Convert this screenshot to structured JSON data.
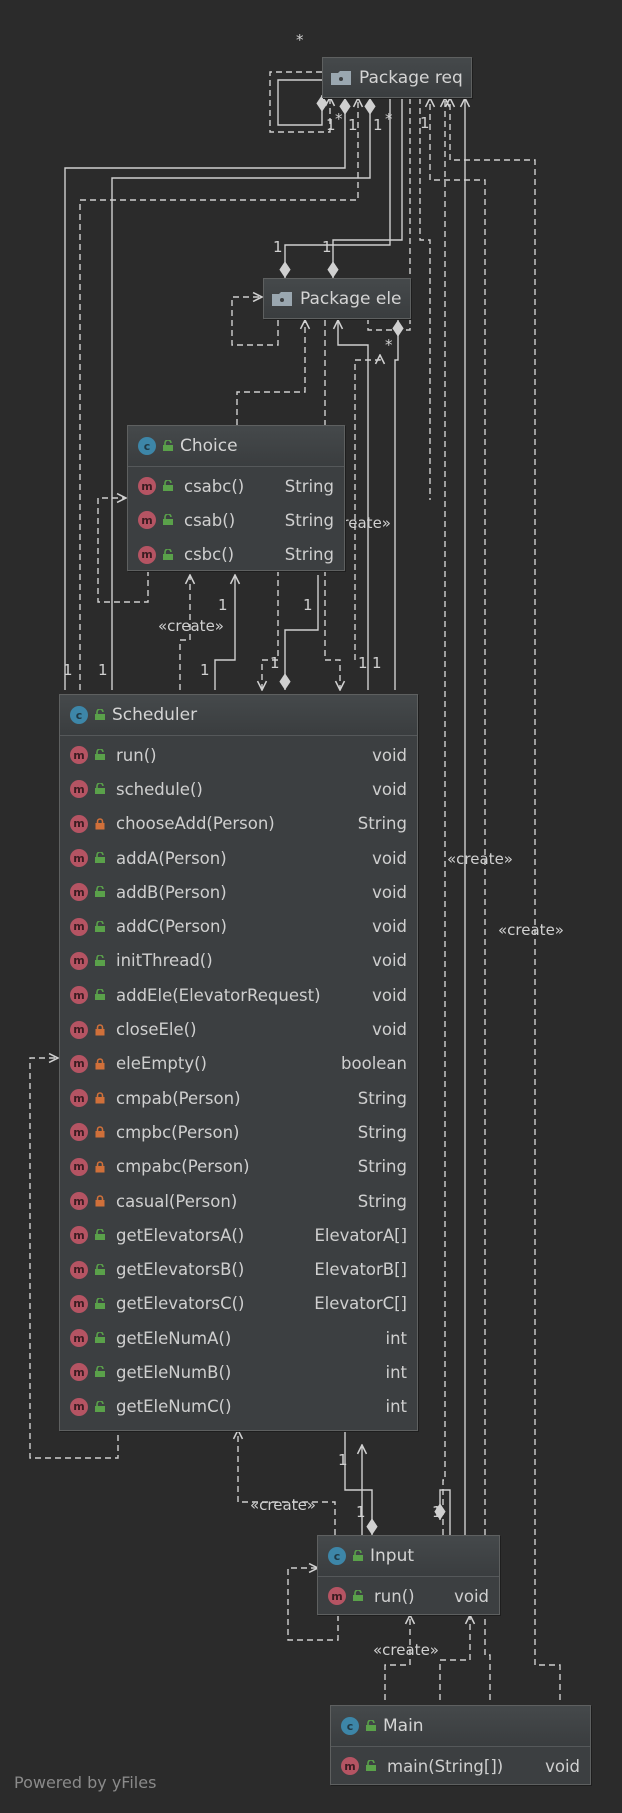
{
  "nodes": {
    "package_req": {
      "title": "Package req",
      "kind": "package"
    },
    "package_ele": {
      "title": "Package ele",
      "kind": "package"
    },
    "choice": {
      "title": "Choice",
      "kind": "class",
      "methods": [
        {
          "name": "csabc()",
          "type": "String",
          "visibility": "public"
        },
        {
          "name": "csab()",
          "type": "String",
          "visibility": "public"
        },
        {
          "name": "csbc()",
          "type": "String",
          "visibility": "public"
        }
      ]
    },
    "scheduler": {
      "title": "Scheduler",
      "kind": "class",
      "methods": [
        {
          "name": "run()",
          "type": "void",
          "visibility": "public"
        },
        {
          "name": "schedule()",
          "type": "void",
          "visibility": "public"
        },
        {
          "name": "chooseAdd(Person)",
          "type": "String",
          "visibility": "private"
        },
        {
          "name": "addA(Person)",
          "type": "void",
          "visibility": "public"
        },
        {
          "name": "addB(Person)",
          "type": "void",
          "visibility": "public"
        },
        {
          "name": "addC(Person)",
          "type": "void",
          "visibility": "public"
        },
        {
          "name": "initThread()",
          "type": "void",
          "visibility": "public"
        },
        {
          "name": "addEle(ElevatorRequest)",
          "type": "void",
          "visibility": "public"
        },
        {
          "name": "closeEle()",
          "type": "void",
          "visibility": "private"
        },
        {
          "name": "eleEmpty()",
          "type": "boolean",
          "visibility": "private"
        },
        {
          "name": "cmpab(Person)",
          "type": "String",
          "visibility": "private"
        },
        {
          "name": "cmpbc(Person)",
          "type": "String",
          "visibility": "private"
        },
        {
          "name": "cmpabc(Person)",
          "type": "String",
          "visibility": "private"
        },
        {
          "name": "casual(Person)",
          "type": "String",
          "visibility": "private"
        },
        {
          "name": "getElevatorsA()",
          "type": "ElevatorA[]",
          "visibility": "public"
        },
        {
          "name": "getElevatorsB()",
          "type": "ElevatorB[]",
          "visibility": "public"
        },
        {
          "name": "getElevatorsC()",
          "type": "ElevatorC[]",
          "visibility": "public"
        },
        {
          "name": "getEleNumA()",
          "type": "int",
          "visibility": "public"
        },
        {
          "name": "getEleNumB()",
          "type": "int",
          "visibility": "public"
        },
        {
          "name": "getEleNumC()",
          "type": "int",
          "visibility": "public"
        }
      ]
    },
    "input": {
      "title": "Input",
      "kind": "class",
      "methods": [
        {
          "name": "run()",
          "type": "void",
          "visibility": "public"
        }
      ]
    },
    "main": {
      "title": "Main",
      "kind": "class",
      "methods": [
        {
          "name": "main(String[])",
          "type": "void",
          "visibility": "public"
        }
      ]
    }
  },
  "edge_labels": {
    "create_choice_ele": "«create»",
    "create_scheduler_choice": "«create»",
    "create_input_req": "«create»",
    "create_main_req": "«create»",
    "create_input_scheduler": "«create»",
    "create_main_input": "«create»"
  },
  "multiplicities": {
    "req_self_star": "*",
    "req_a": "1",
    "req_b": "*",
    "req_c": "1",
    "req_d": "1",
    "req_e": "*",
    "req_f": "1",
    "ele_a": "1",
    "ele_b": "1",
    "ele_star": "*",
    "sched_a": "1",
    "sched_b": "1",
    "sched_c": "1",
    "sched_d": "1",
    "sched_e": "1",
    "sched_f": "1",
    "choice_a": "1",
    "choice_b": "1",
    "input_a": "1",
    "input_b": "1",
    "input_c": "1"
  },
  "footer": "Powered by yFiles",
  "colors": {
    "background": "#2b2b2b",
    "node_fill": "#3c3f41",
    "edge": "#d0d0d0",
    "class_badge": "#3d86a8",
    "method_badge": "#b55463",
    "public_icon": "#5aa14a",
    "private_icon": "#d0703a"
  }
}
